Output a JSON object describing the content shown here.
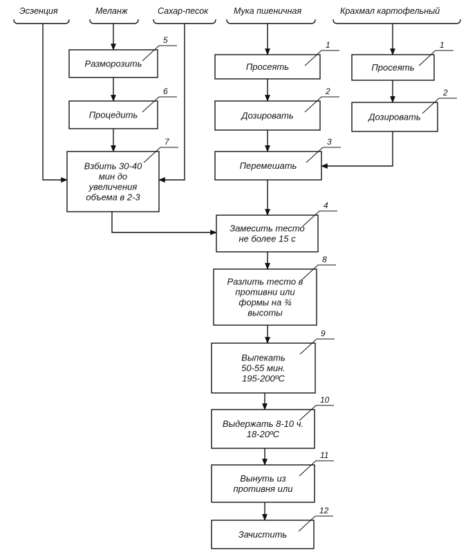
{
  "inputs": {
    "essence": "Эсэенция",
    "melange": "Меланж",
    "sugar": "Сахар-песок",
    "flour": "Мука пшеничная",
    "starch": "Крахмал картофельный"
  },
  "steps": {
    "defrost": {
      "num": "5",
      "lines": [
        "Разморозить"
      ]
    },
    "strain": {
      "num": "6",
      "lines": [
        "Процедить"
      ]
    },
    "whip": {
      "num": "7",
      "lines": [
        "Взбить 30-40",
        "мин до",
        "увеличения",
        "объема в 2-3"
      ]
    },
    "sift_flour": {
      "num": "1",
      "lines": [
        "Просеять"
      ]
    },
    "dose_flour": {
      "num": "2",
      "lines": [
        "Дозировать"
      ]
    },
    "sift_starch": {
      "num": "1",
      "lines": [
        "Просеять"
      ]
    },
    "dose_starch": {
      "num": "2",
      "lines": [
        "Дозировать"
      ]
    },
    "mix": {
      "num": "3",
      "lines": [
        "Перемешать"
      ]
    },
    "knead": {
      "num": "4",
      "lines": [
        "Замесить тесто",
        "не более 15 с"
      ]
    },
    "pour": {
      "num": "8",
      "lines": [
        "Разлить тесто в",
        "противни или",
        "формы на ¾",
        "высоты"
      ]
    },
    "bake": {
      "num": "9",
      "lines": [
        "Выпекать",
        "50-55 мин.",
        "195-200ºС"
      ]
    },
    "hold": {
      "num": "10",
      "lines": [
        "Выдержать 8-10 ч.",
        "18-20ºС"
      ]
    },
    "remove": {
      "num": "11",
      "lines": [
        "Вынуть из",
        "противня или"
      ]
    },
    "clean": {
      "num": "12",
      "lines": [
        "Зачистить"
      ]
    }
  }
}
